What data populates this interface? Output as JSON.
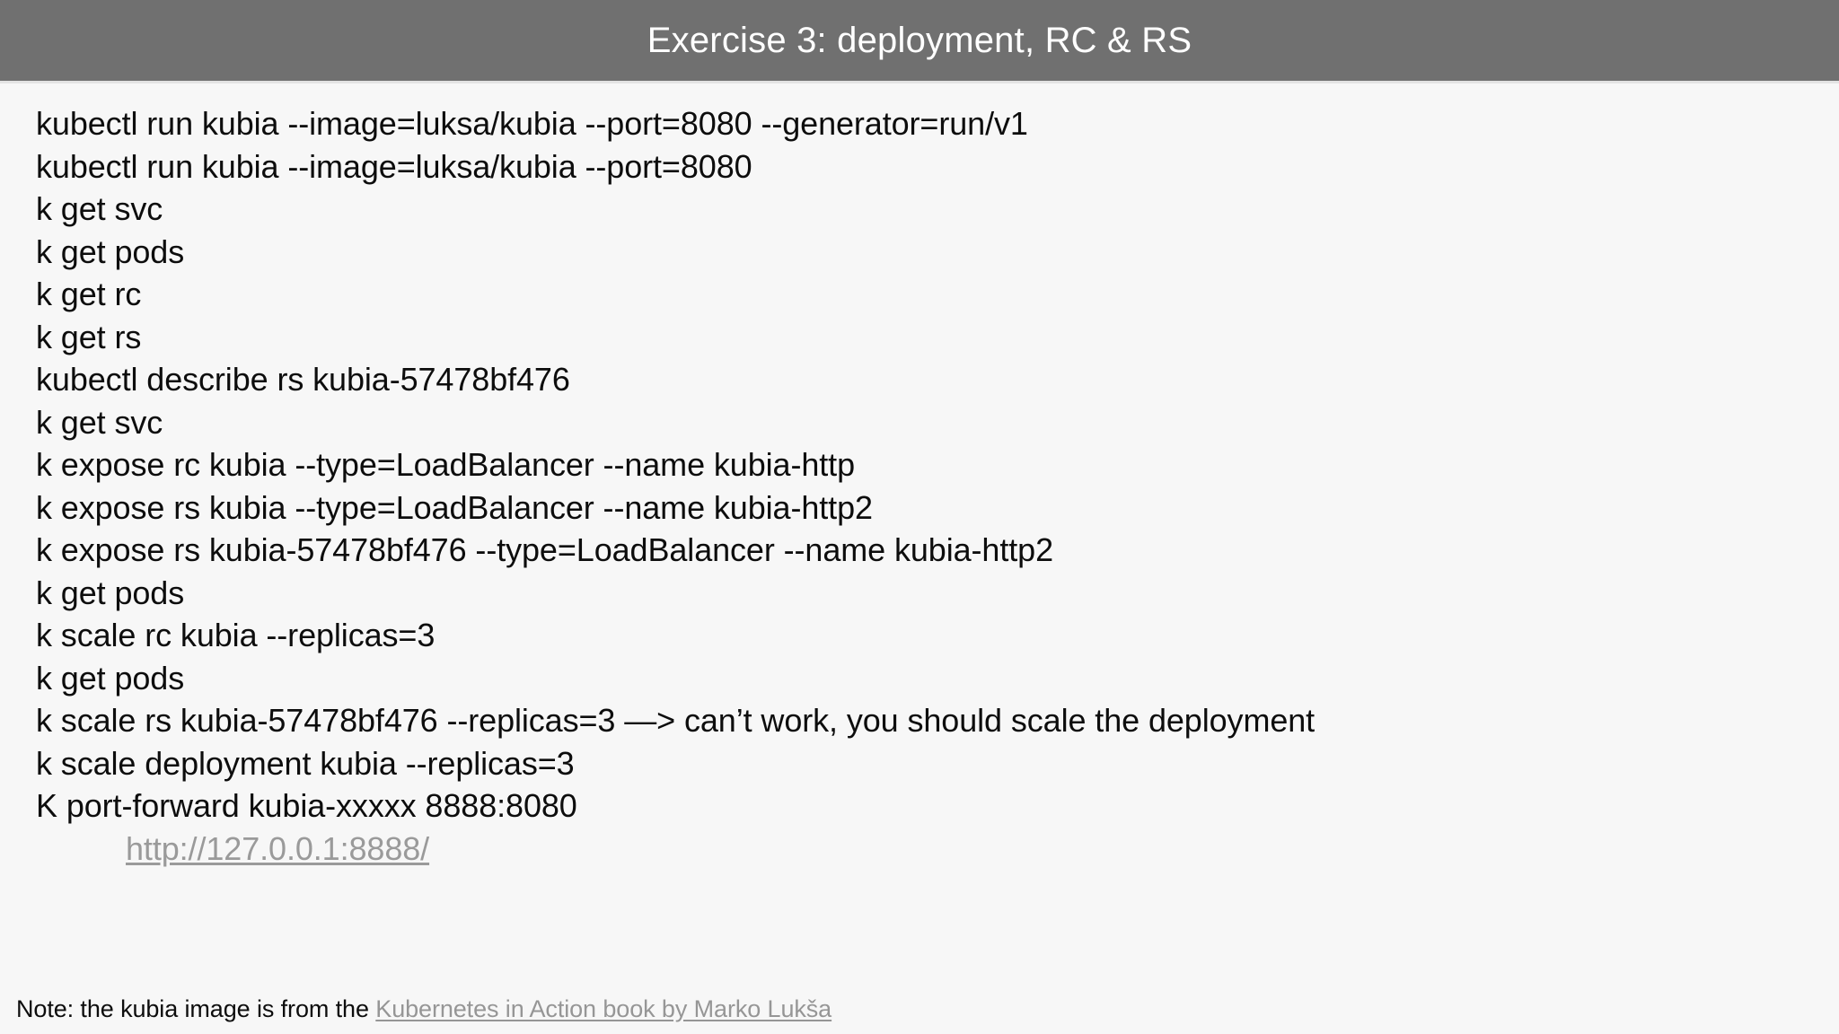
{
  "header": {
    "title": "Exercise 3: deployment, RC & RS",
    "background_color": "#707070",
    "text_color": "#ffffff"
  },
  "slide": {
    "background_color": "#f7f7f7",
    "text_color": "#0d0d0d",
    "link_color": "#9a9a9a"
  },
  "commands": [
    {
      "text": "kubectl run kubia --image=luksa/kubia --port=8080 --generator=run/v1",
      "indented": false,
      "is_link": false
    },
    {
      "text": "kubectl run kubia --image=luksa/kubia --port=8080",
      "indented": false,
      "is_link": false
    },
    {
      "text": "k get svc",
      "indented": false,
      "is_link": false
    },
    {
      "text": "k get pods",
      "indented": false,
      "is_link": false
    },
    {
      "text": "k get rc",
      "indented": false,
      "is_link": false
    },
    {
      "text": "k get rs",
      "indented": false,
      "is_link": false
    },
    {
      "text": "kubectl describe rs kubia-57478bf476",
      "indented": false,
      "is_link": false
    },
    {
      "text": "k get svc",
      "indented": false,
      "is_link": false
    },
    {
      "text": "k expose rc kubia --type=LoadBalancer --name kubia-http",
      "indented": false,
      "is_link": false
    },
    {
      "text": "k expose rs kubia --type=LoadBalancer --name kubia-http2",
      "indented": false,
      "is_link": false
    },
    {
      "text": "k expose rs kubia-57478bf476 --type=LoadBalancer --name kubia-http2",
      "indented": false,
      "is_link": false
    },
    {
      "text": "k get pods",
      "indented": false,
      "is_link": false
    },
    {
      "text": "k scale rc kubia --replicas=3",
      "indented": false,
      "is_link": false
    },
    {
      "text": "k get pods",
      "indented": false,
      "is_link": false
    },
    {
      "text": "k scale rs kubia-57478bf476 --replicas=3 —> can’t work, you should scale the deployment",
      "indented": false,
      "is_link": false
    },
    {
      "text": "k scale deployment kubia --replicas=3",
      "indented": false,
      "is_link": false
    },
    {
      "text": "K port-forward kubia-xxxxx 8888:8080",
      "indented": false,
      "is_link": false
    },
    {
      "text": "http://127.0.0.1:8888/",
      "indented": true,
      "is_link": true
    }
  ],
  "footer": {
    "note_prefix": "Note: the kubia image is from the ",
    "note_link": "Kubernetes in Action book by Marko Lukša"
  }
}
